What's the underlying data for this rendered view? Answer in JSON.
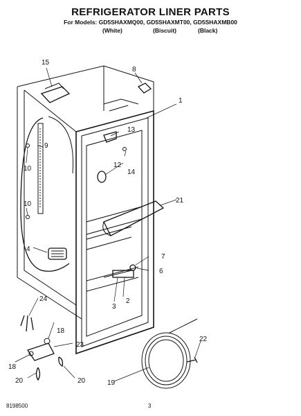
{
  "title": "REFRIGERATOR LINER PARTS",
  "models_line": "For Models: GD5SHAXMQ00, GD5SHAXMT00, GD5SHAXMB00",
  "finishes": [
    "(White)",
    "(Biscuit)",
    "(Black)"
  ],
  "callouts": [
    "1",
    "2",
    "3",
    "4",
    "6",
    "7",
    "8",
    "9",
    "10",
    "10",
    "12",
    "13",
    "14",
    "15",
    "18",
    "18",
    "19",
    "20",
    "20",
    "21",
    "22",
    "23",
    "24"
  ],
  "footer": {
    "part_number": "8198500",
    "page": "3"
  }
}
